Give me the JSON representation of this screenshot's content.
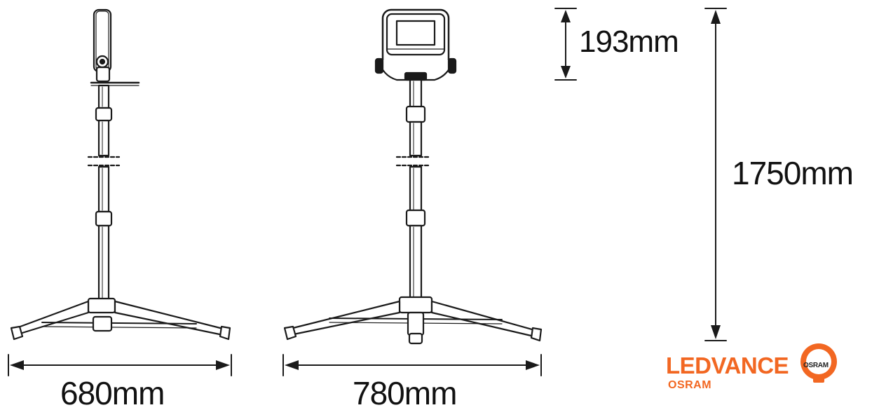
{
  "dimensions": {
    "head_height": "193mm",
    "total_height": "1750mm",
    "side_footprint": "680mm",
    "front_footprint": "780mm"
  },
  "branding": {
    "name": "LEDVANCE",
    "sub": "OSRAM",
    "bulb_text": "OSRAM",
    "color": "#F26722"
  },
  "colors": {
    "line": "#1a1a1a",
    "fill": "#ffffff"
  }
}
